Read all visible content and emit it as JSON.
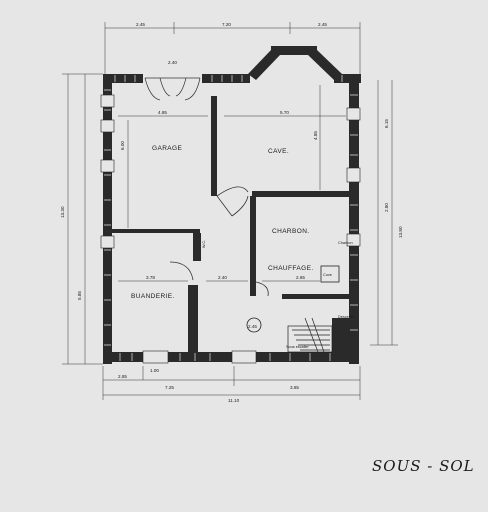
{
  "plan": {
    "title": "SOUS - SOL",
    "rooms": {
      "garage": "GARAGE",
      "cave": "CAVE.",
      "charbon": "CHARBON.",
      "chauffage": "CHAUFFAGE.",
      "buanderie": "BUANDERIE.",
      "wc": "W.C.",
      "cuve": "Cuve"
    },
    "dimensions": {
      "top_left": "2.45",
      "top_mid": "7.20",
      "top_right": "2.45",
      "door_width": "2.40",
      "garage_width": "4.85",
      "cave_width": "5.70",
      "garage_depth": "6.00",
      "cave_depth": "4.85",
      "right_total": "6.15",
      "charbon_depth": "2.80",
      "left_total": "13.30",
      "right_overall": "13.80",
      "left_lower": "5.85",
      "buanderie_width": "3.78",
      "hall_width": "2.40",
      "chauffage_width": "2.65",
      "bottom_left": "2.85",
      "window_width": "1.00",
      "bottom_a": "7.25",
      "bottom_b": "3.85",
      "bottom_total": "11.10",
      "stair_height": "2.45"
    },
    "labels": {
      "charbon_note": "Charbon",
      "stair_note": "Descente",
      "sous_escalier": "Sous escalier"
    }
  }
}
